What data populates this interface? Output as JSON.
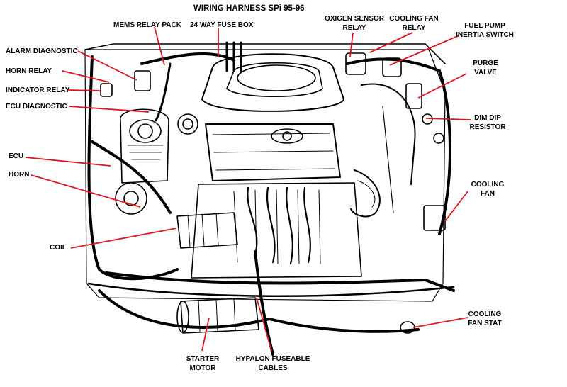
{
  "title": "WIRING HARNESS SPi 95-96",
  "labels": {
    "mems_relay_pack": "MEMS RELAY PACK",
    "fuse_box": "24 WAY FUSE BOX",
    "oxygen_sensor_1": "OXIGEN SENSOR",
    "oxygen_sensor_2": "RELAY",
    "cooling_fan_relay_1": "COOLING FAN",
    "cooling_fan_relay_2": "RELAY",
    "fuel_pump_1": "FUEL PUMP",
    "fuel_pump_2": "INERTIA SWITCH",
    "alarm_diagnostic": "ALARM DIAGNOSTIC",
    "horn_relay": "HORN RELAY",
    "indicator_relay": "INDICATOR RELAY",
    "ecu_diagnostic": "ECU DIAGNOSTIC",
    "purge_valve_1": "PURGE",
    "purge_valve_2": "VALVE",
    "dim_dip_1": "DIM DIP",
    "dim_dip_2": "RESISTOR",
    "ecu": "ECU",
    "horn": "HORN",
    "cooling_fan_1": "COOLING",
    "cooling_fan_2": "FAN",
    "coil": "COIL",
    "cooling_fan_stat_1": "COOLING",
    "cooling_fan_stat_2": "FAN STAT",
    "starter_motor_1": "STARTER",
    "starter_motor_2": "MOTOR",
    "hypalon_1": "HYPALON FUSEABLE",
    "hypalon_2": "CABLES"
  },
  "colors": {
    "leader": "#e0161d",
    "ink": "#000000"
  }
}
